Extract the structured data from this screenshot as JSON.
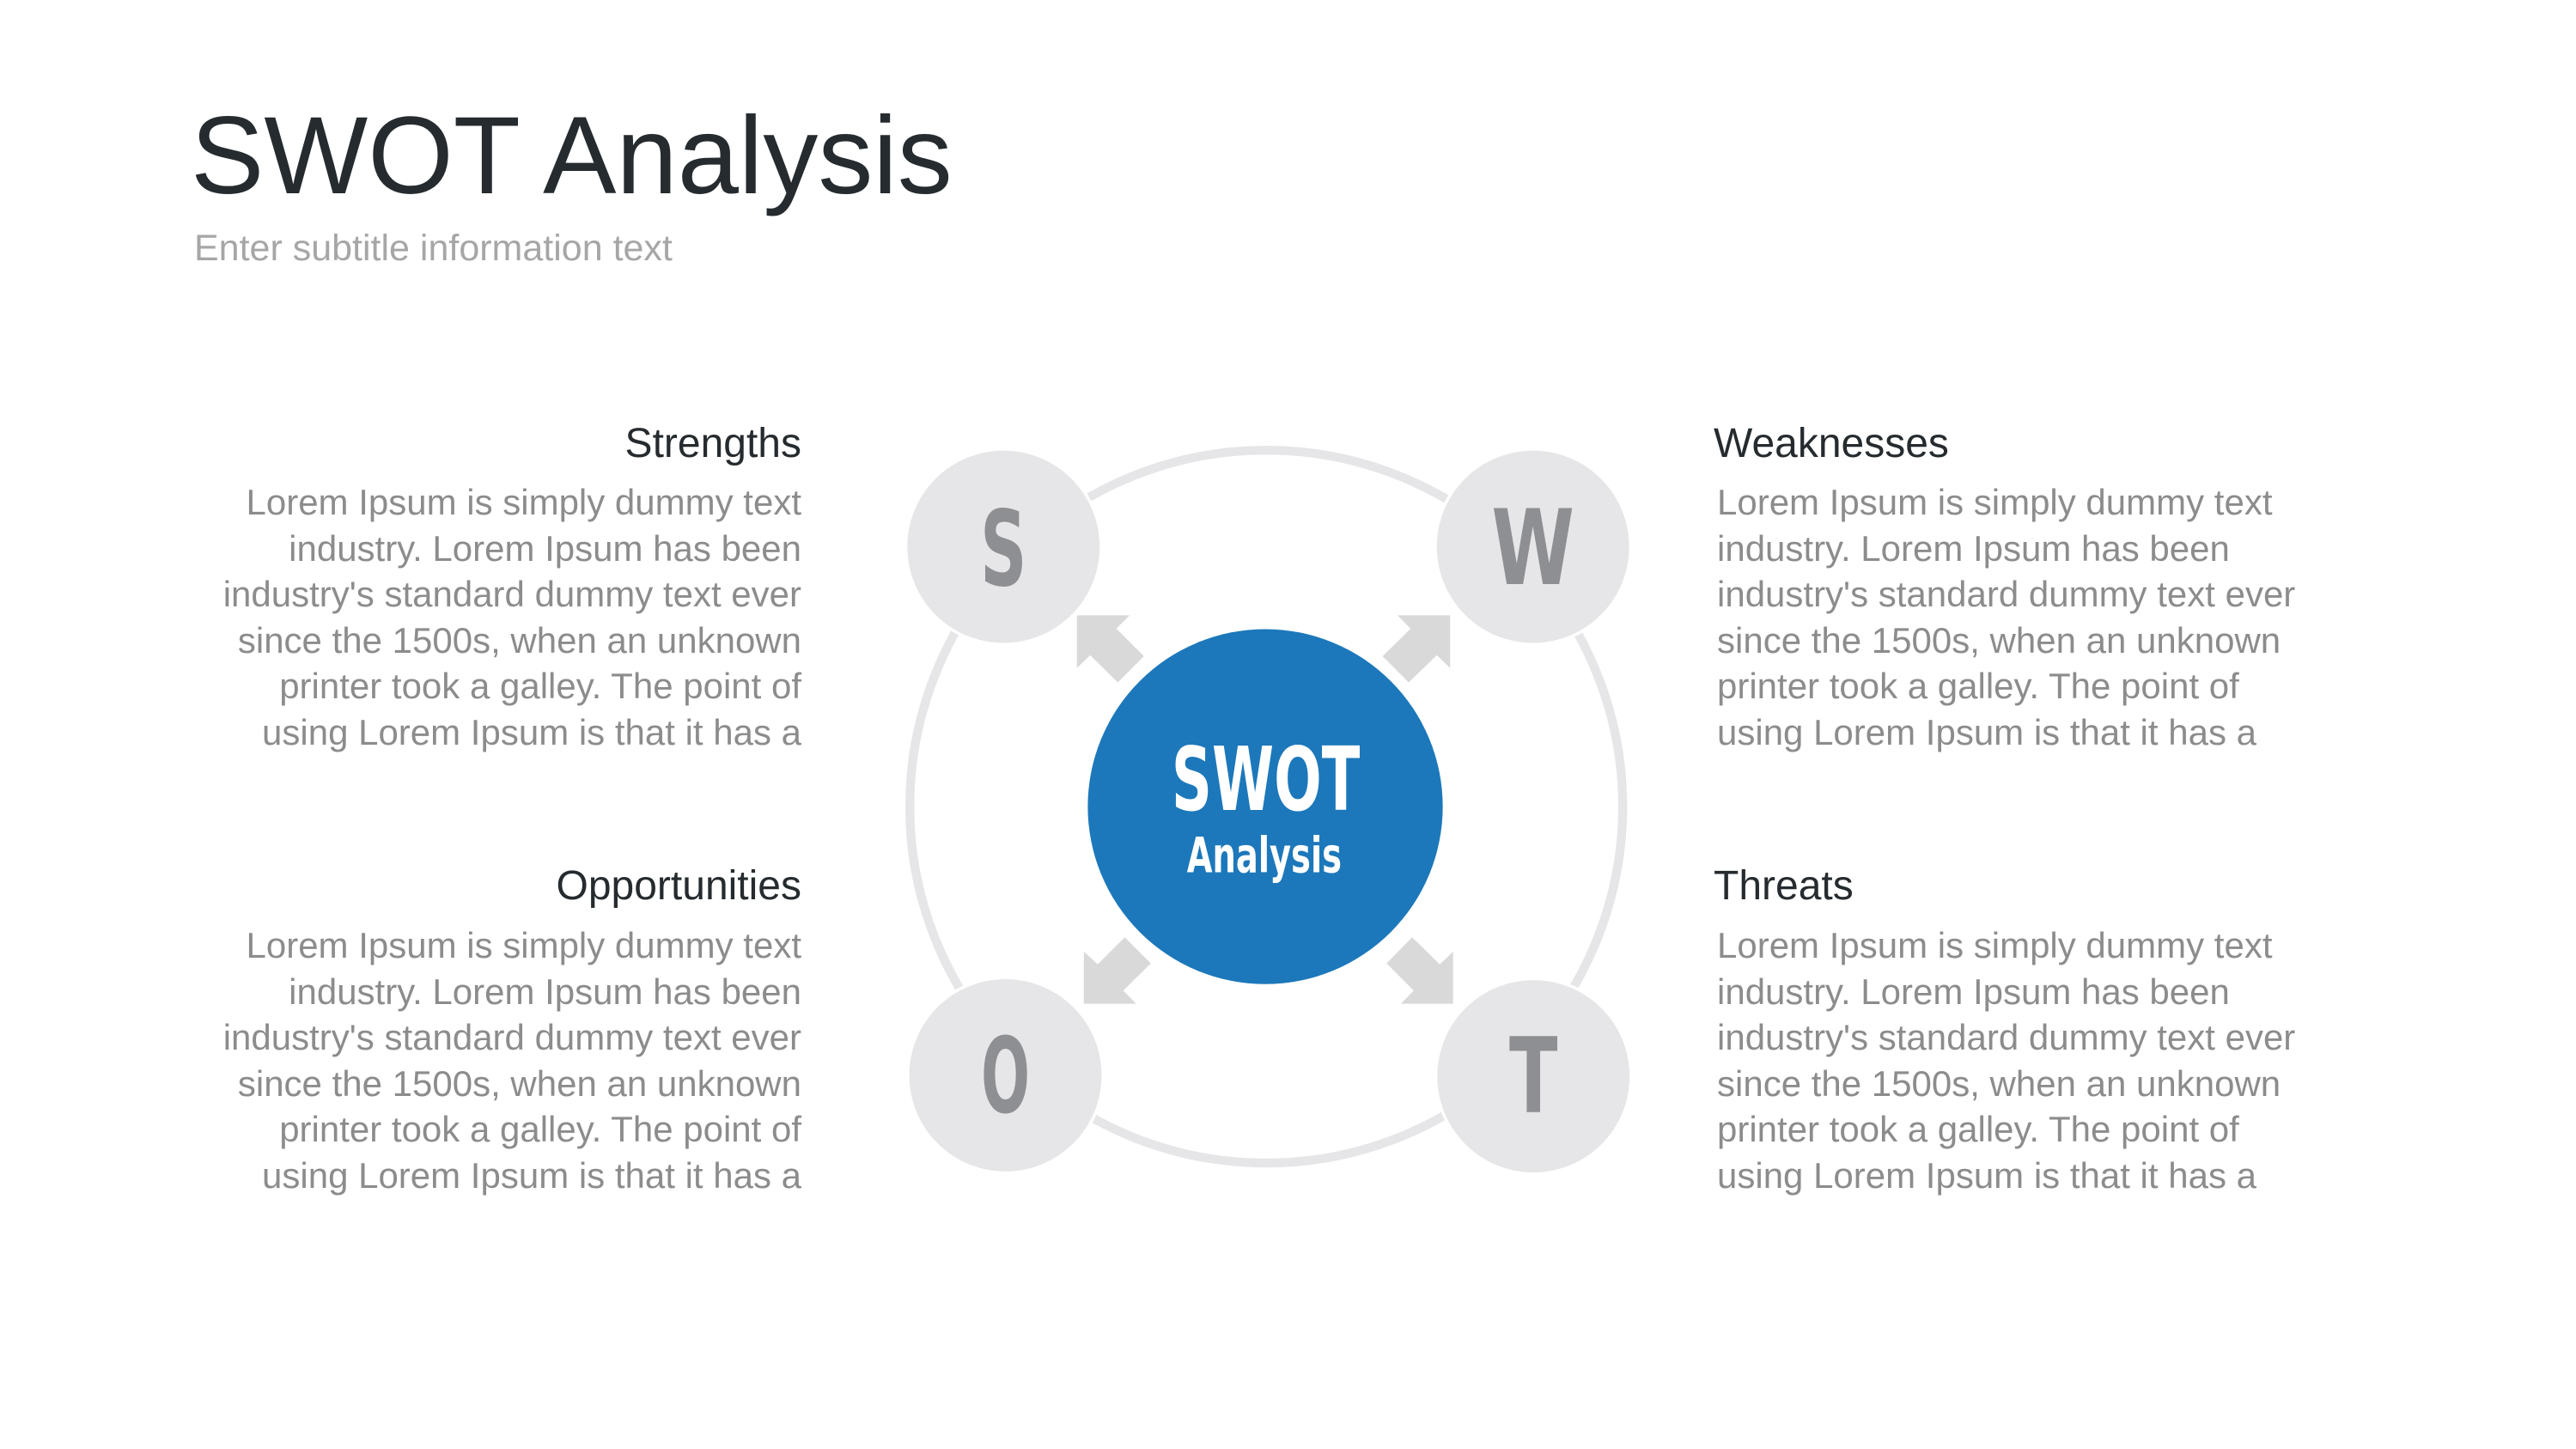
{
  "header": {
    "title": "SWOT Analysis",
    "subtitle": "Enter subtitle information text"
  },
  "colors": {
    "accent": "#1c78ba",
    "circle_fill": "#e6e5e7",
    "letter": "#8e8f92",
    "arrow": "#d9d9d9",
    "title": "#252b2e",
    "body": "#8c8c8c"
  },
  "diagram": {
    "center_title": "SWOT",
    "center_subtitle": "Analysis",
    "letters": [
      "S",
      "W",
      "O",
      "T"
    ]
  },
  "sections": {
    "strengths": {
      "heading": "Strengths",
      "lines": [
        "Lorem Ipsum is simply dummy text",
        "industry. Lorem Ipsum has been",
        "industry's standard dummy text ever",
        "since the 1500s, when an unknown",
        "printer took a galley. The point of",
        "using Lorem Ipsum is that it has a"
      ]
    },
    "weaknesses": {
      "heading": "Weaknesses",
      "lines": [
        "Lorem Ipsum is simply dummy text",
        "industry. Lorem Ipsum has been",
        "industry's standard dummy text ever",
        "since the 1500s, when an unknown",
        "printer took a galley. The point of",
        "using Lorem Ipsum is that it has a"
      ]
    },
    "opportunities": {
      "heading": "Opportunities",
      "lines": [
        "Lorem Ipsum is simply dummy text",
        "industry. Lorem Ipsum has been",
        "industry's standard dummy text ever",
        "since the 1500s, when an unknown",
        "printer took a galley. The point of",
        "using Lorem Ipsum is that it has a"
      ]
    },
    "threats": {
      "heading": "Threats",
      "lines": [
        "Lorem Ipsum is simply dummy text",
        "industry. Lorem Ipsum has been",
        "industry's standard dummy text ever",
        "since the 1500s, when an unknown",
        "printer took a galley. The point of",
        "using Lorem Ipsum is that it has a"
      ]
    }
  }
}
